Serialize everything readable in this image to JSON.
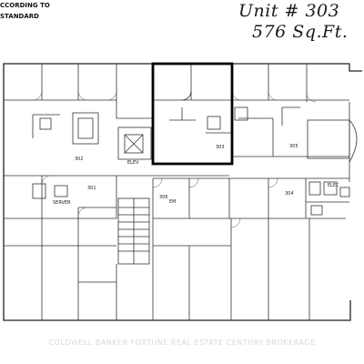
{
  "header": {
    "line1": "CCORDING TO",
    "line2": "STANDARD"
  },
  "annotation": {
    "unit": "Unit # 303",
    "area": "576 Sq.Ft."
  },
  "rooms": {
    "r302": "302",
    "r303": "303",
    "r305": "305",
    "r301": "301",
    "r306": "306",
    "r304": "304",
    "elev": "ELEV",
    "server": "SERVER",
    "elec": "ELEC",
    "em": "EM"
  },
  "watermark": "COLDWELL BANKER FORTUNE REAL ESTATE CENTURY BROKERAGE",
  "highlight_color": "#000000"
}
